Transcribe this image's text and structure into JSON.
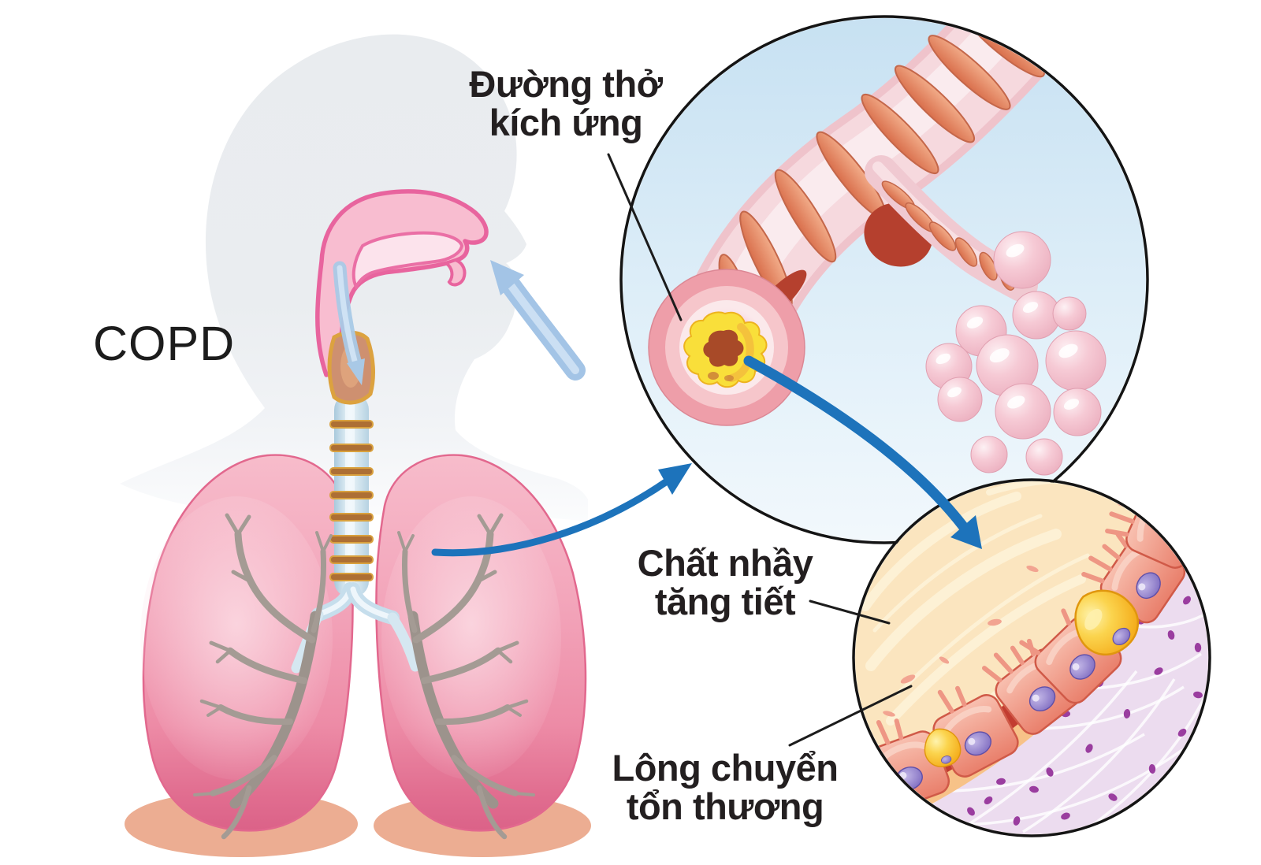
{
  "labels": {
    "copd": "COPD",
    "irritated_airway": {
      "line1": "Đường thở",
      "line2": "kích ứng"
    },
    "mucus_hypersecretion": {
      "line1": "Chất nhầy",
      "line2": "tăng tiết"
    },
    "damaged_cilia": {
      "line1": "Lông chuyển",
      "line2": "tổn thương"
    }
  },
  "colors": {
    "background": "#FFFFFF",
    "label_text": "#231F20",
    "silhouette_gray": "#E8EBEE",
    "airway_pink_fill": "#F8BDD0",
    "airway_pink_outline": "#E8649E",
    "lung_pink": "#F2A4B9",
    "lung_shadow_peach": "#ECAD92",
    "bronchial_tree_gray": "#A49B94",
    "trachea_blue": "#C6DEEC",
    "trachea_ring_tan": "#AD6F34",
    "flow_arrow_blue": "#1D73BB",
    "breath_arrow_blue": "#A3C4E6",
    "inset_circle_bg": "#D4E8F5",
    "inset_outline": "#141414",
    "bronchiole_wall_pink": "#F6D9DE",
    "bronchiole_muscle_salmon": "#E8906F",
    "alveoli_pink": "#EBAEBE",
    "inflamed_ring_magenta": "#E73A95",
    "mucus_core_yellow": "#F9DF3A",
    "lumen_dark": "#A84A28",
    "mucus_layer_cream": "#FBE5BF",
    "epithelial_cell_salmon": "#E97F6B",
    "goblet_cell_yellow": "#F6AC14",
    "nucleus_purple": "#8F7ECC",
    "connective_tissue_lavender": "#ECDCEF",
    "tissue_dot_purple": "#9A3D9F",
    "basement_red": "#C23C30"
  }
}
